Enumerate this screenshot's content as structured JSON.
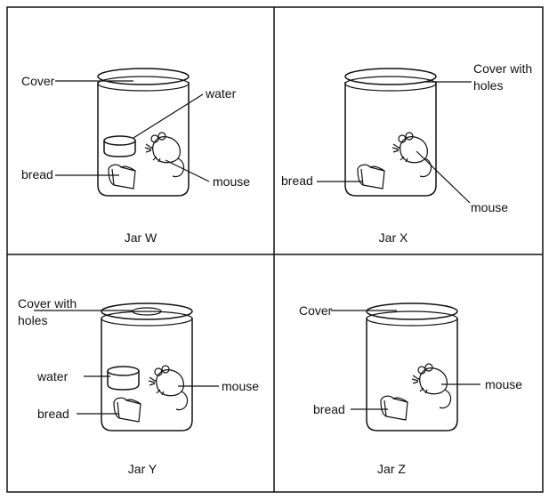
{
  "panels": {
    "w": {
      "title": "Jar W",
      "cover": "Cover",
      "water": "water",
      "bread": "bread",
      "mouse": "mouse"
    },
    "x": {
      "title": "Jar X",
      "cover_line1": "Cover with",
      "cover_line2": "holes",
      "bread": "bread",
      "mouse": "mouse"
    },
    "y": {
      "title": "Jar Y",
      "cover_line1": "Cover with",
      "cover_line2": "holes",
      "water": "water",
      "bread": "bread",
      "mouse": "mouse"
    },
    "z": {
      "title": "Jar Z",
      "cover": "Cover",
      "bread": "bread",
      "mouse": "mouse"
    }
  },
  "colors": {
    "ink": "#111111",
    "background": "#ffffff"
  }
}
